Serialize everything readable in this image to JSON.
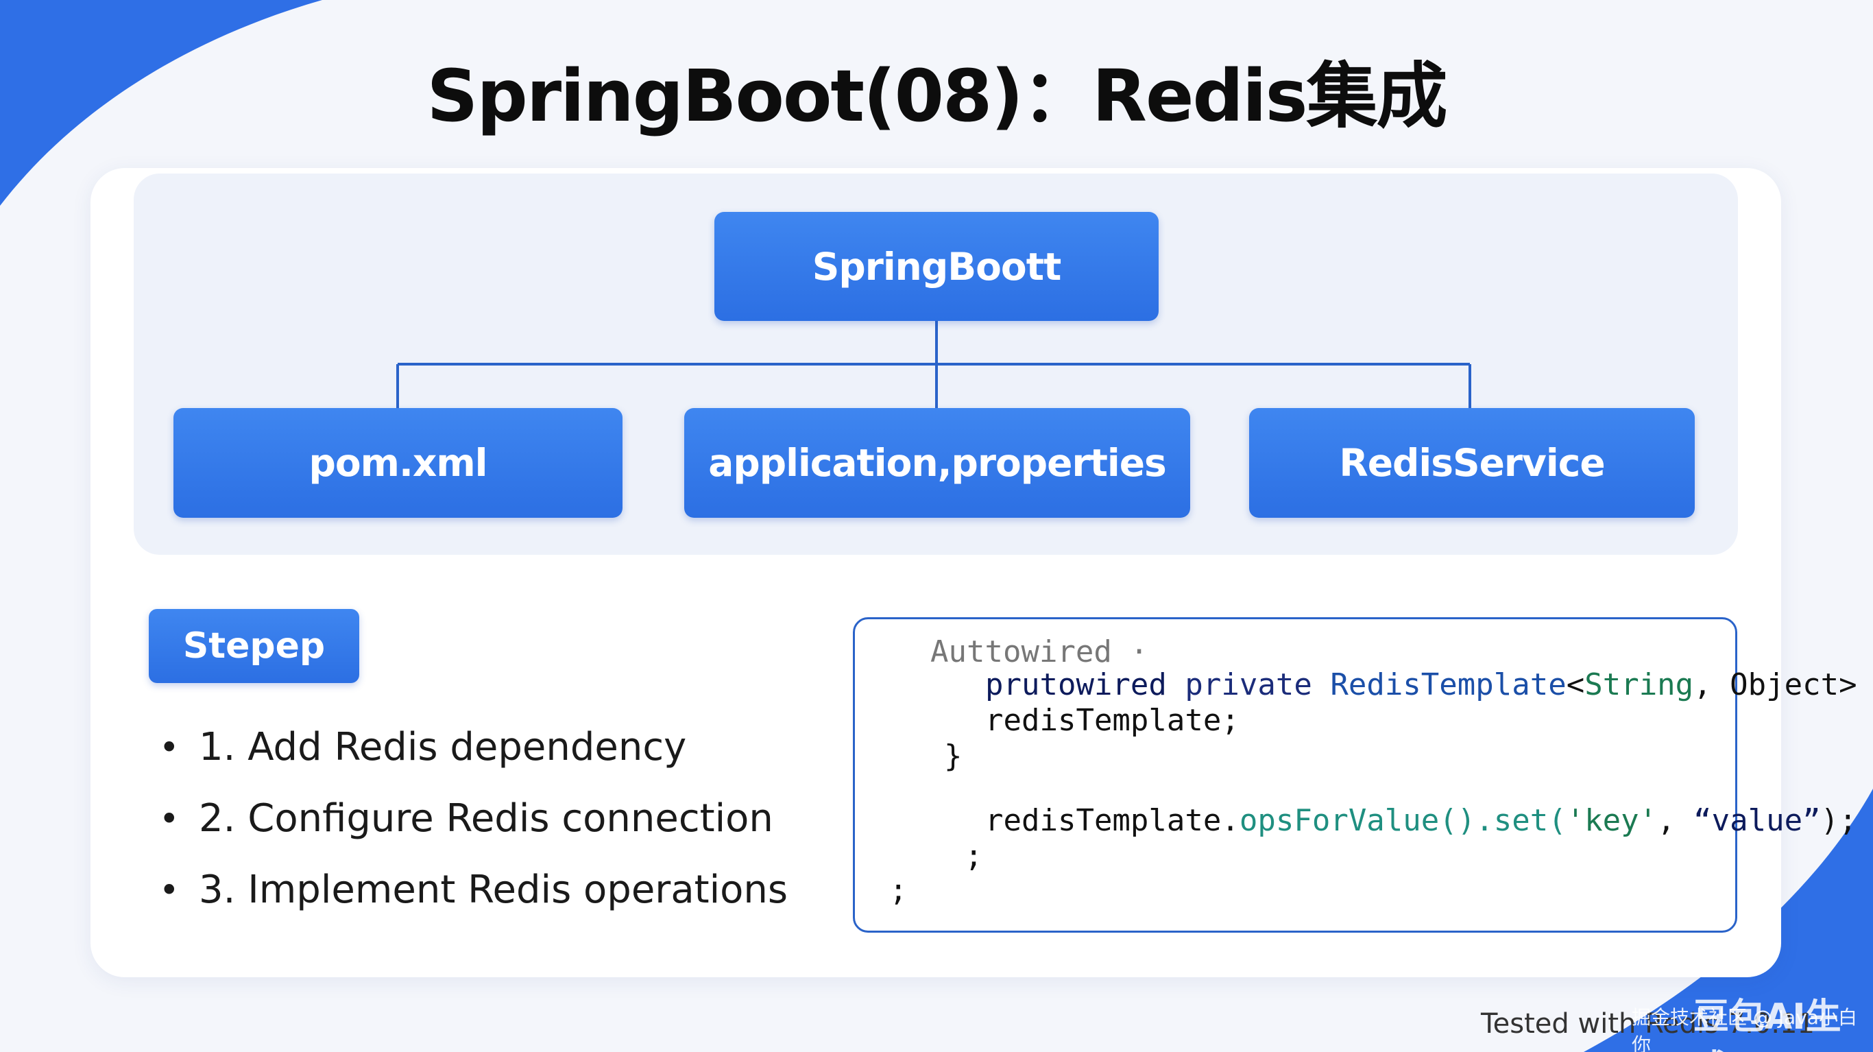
{
  "title": "SpringBoot(08)：Redis集成",
  "diagram": {
    "root": "SpringBoott",
    "children": [
      "pom.xml",
      "application,properties",
      "RedisService"
    ]
  },
  "steps": {
    "badge": "Stepep",
    "items": [
      "1. Add Redis dependency",
      "2. Configure Redis connection",
      "3. Implement Redis operations"
    ]
  },
  "code": {
    "line1": "Auttowired",
    "line2_a": "prutowired",
    "line2_b": "private",
    "line2_c": "RedisTemplate",
    "line2_d": "<",
    "line2_e": "String",
    "line2_f": ", Object>",
    "line3": "redisTemplate;",
    "line4": "}",
    "line5_a": "redisTemplate.",
    "line5_b": "opsForValue().set(",
    "line5_c": "'key'",
    "line5_d": ", ",
    "line5_e": "“value”",
    "line5_f": ");",
    "line6": ";",
    "line7": ";"
  },
  "footer": {
    "tested": "Tested with Redis 7.0.11",
    "watermark": "掘金技术社区 @ Java小白你",
    "watermark_big": "豆包AI生成"
  },
  "colors": {
    "accent": "#2c6fe3",
    "background": "#f4f6fb",
    "panel": "#eef2fa"
  }
}
